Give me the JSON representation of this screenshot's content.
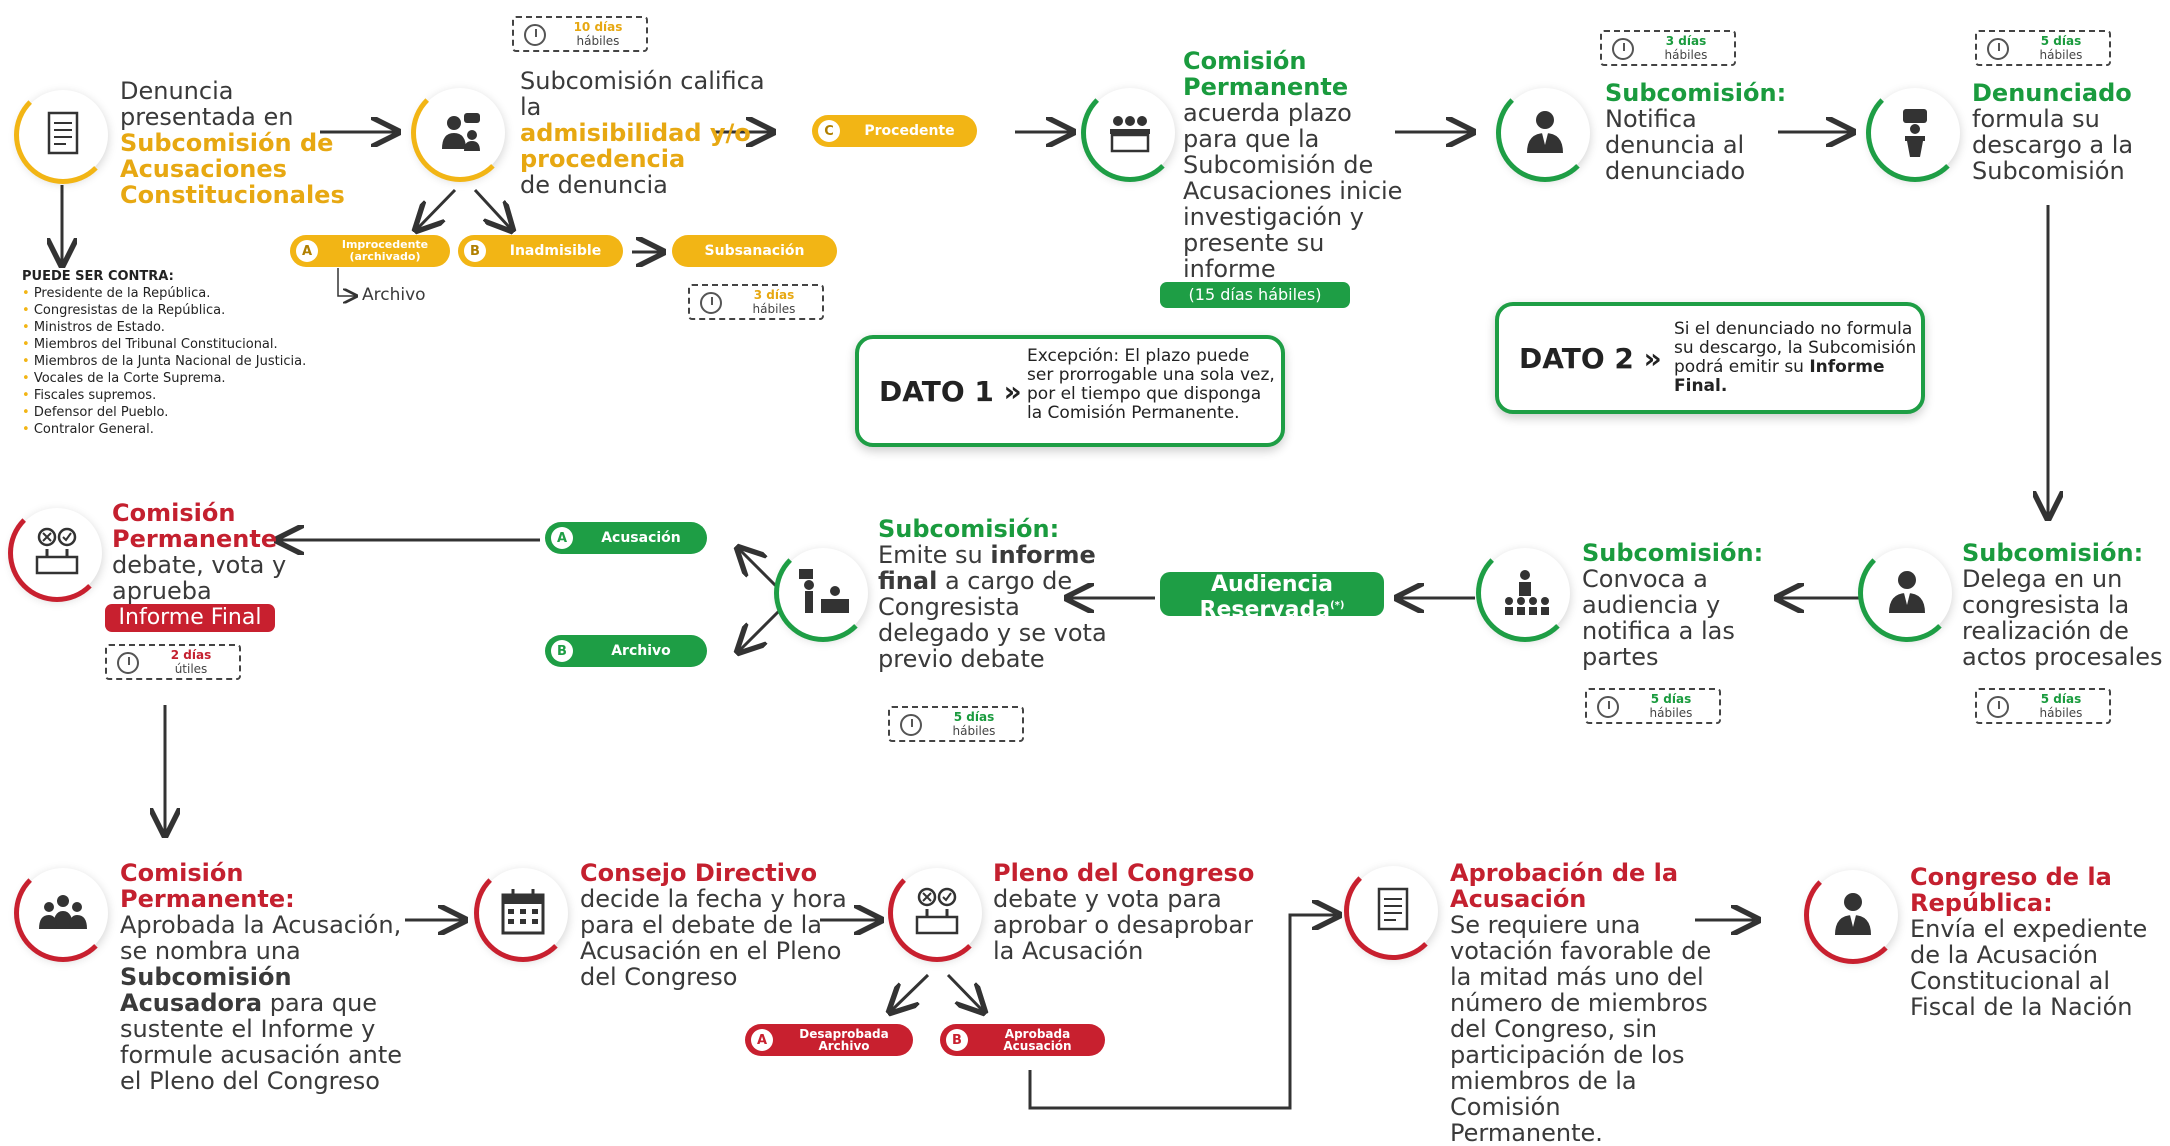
{
  "row1": {
    "denuncia": {
      "pre": "Denuncia presentada en",
      "hl": "Subcomisión de Acusaciones Constitucionales"
    },
    "califica": {
      "pre": "Subcomisión califica la",
      "hl": "admisibilidad y/o procedencia",
      "post": "de denuncia",
      "timer": {
        "n": "10 días",
        "u": "hábiles"
      }
    },
    "procedente": {
      "letter": "C",
      "label": "Procedente"
    },
    "improcedente": {
      "letter": "A",
      "label": "Improcedente (archivado)"
    },
    "inadmisible": {
      "letter": "B",
      "label": "Inadmisible"
    },
    "subsanacion": {
      "label": "Subsanación",
      "timer": {
        "n": "3 días",
        "u": "hábiles"
      }
    },
    "archivo": "Archivo",
    "comision": {
      "hl": "Comisión Permanente",
      "post": "acuerda plazo para que la Subcomisión de Acusaciones inicie investigación y presente su informe",
      "badge": "(15 días hábiles)"
    },
    "notifica": {
      "hl": "Subcomisión:",
      "post": "Notifica denuncia al denunciado",
      "timer": {
        "n": "3 días",
        "u": "hábiles"
      }
    },
    "denunciado": {
      "hl": "Denunciado",
      "post": "formula su descargo a la Subcomisión",
      "timer": {
        "n": "5 días",
        "u": "hábiles"
      }
    }
  },
  "contra": {
    "title": "PUEDE SER CONTRA:",
    "items": [
      "Presidente de la República.",
      "Congresistas de la República.",
      "Ministros de Estado.",
      "Miembros del Tribunal Constitucional.",
      "Miembros de la Junta Nacional de Justicia.",
      "Vocales de la Corte Suprema.",
      "Fiscales supremos.",
      "Defensor del Pueblo.",
      "Contralor General."
    ]
  },
  "dato1": {
    "label": "DATO 1",
    "text": "Excepción: El plazo puede ser prorrogable una sola vez, por el tiempo que disponga la Comisión Permanente."
  },
  "dato2": {
    "label": "DATO 2",
    "text1": "Si el denunciado no formula su descargo, la Subcomisión podrá emitir su",
    "text2": "Informe Final."
  },
  "row2": {
    "delega": {
      "hl": "Subcomisión:",
      "post": "Delega en un congresista la realización de actos procesales",
      "timer": {
        "n": "5 días",
        "u": "hábiles"
      }
    },
    "convoca": {
      "hl": "Subcomisión:",
      "post": "Convoca a audiencia y notifica a las partes",
      "timer": {
        "n": "5 días",
        "u": "hábiles"
      }
    },
    "audiencia": {
      "l1": "Audiencia",
      "l2": "Reservada",
      "sup": "(*)"
    },
    "emite": {
      "hl": "Subcomisión:",
      "pre": "Emite su",
      "bold": "informe final",
      "post": "a cargo de Congresista delegado y se vota previo debate",
      "timer": {
        "n": "5 días",
        "u": "hábiles"
      }
    },
    "acusacion": {
      "letter": "A",
      "label": "Acusación"
    },
    "archivo": {
      "letter": "B",
      "label": "Archivo"
    },
    "comision": {
      "hl": "Comisión Permanente",
      "post": "debate, vota y aprueba",
      "badge": "Informe Final",
      "timer": {
        "n": "2 días",
        "u": "útiles"
      }
    }
  },
  "row3": {
    "comision": {
      "hl": "Comisión Permanente:",
      "pre": "Aprobada la Acusación, se nombra una",
      "bold": "Subcomisión Acusadora",
      "post": "para que sustente el Informe y formule acusación ante el Pleno del Congreso"
    },
    "consejo": {
      "hl": "Consejo Directivo",
      "post": "decide la fecha y hora para el debate de la Acusación en el Pleno del Congreso"
    },
    "pleno": {
      "hl": "Pleno del Congreso",
      "post": "debate y vota para aprobar o desaprobar la Acusación"
    },
    "desaprobada": {
      "letter": "A",
      "label": "Desaprobada Archivo"
    },
    "aprobada": {
      "letter": "B",
      "label": "Aprobada Acusación"
    },
    "aprobacion": {
      "hl": "Aprobación de la Acusación",
      "post": "Se requiere una votación favorable de la mitad más uno del número de miembros del Congreso, sin participación de los miembros de la Comisión Permanente."
    },
    "congreso": {
      "hl": "Congreso de la República:",
      "post": "Envía el expediente de la Acusación Constitucional al Fiscal de la Nación"
    }
  },
  "colors": {
    "gold": "#f2b515",
    "green": "#1e9e45",
    "red": "#c8202f"
  }
}
